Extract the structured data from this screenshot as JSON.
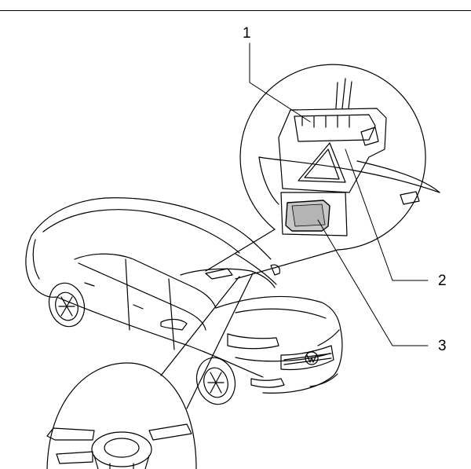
{
  "diagram": {
    "callouts": [
      {
        "id": "1",
        "label": "1"
      },
      {
        "id": "2",
        "label": "2"
      },
      {
        "id": "3",
        "label": "3"
      }
    ]
  },
  "colors": {
    "line": "#000000",
    "lens_fill": "#c8c8c8",
    "background": "#ffffff"
  }
}
